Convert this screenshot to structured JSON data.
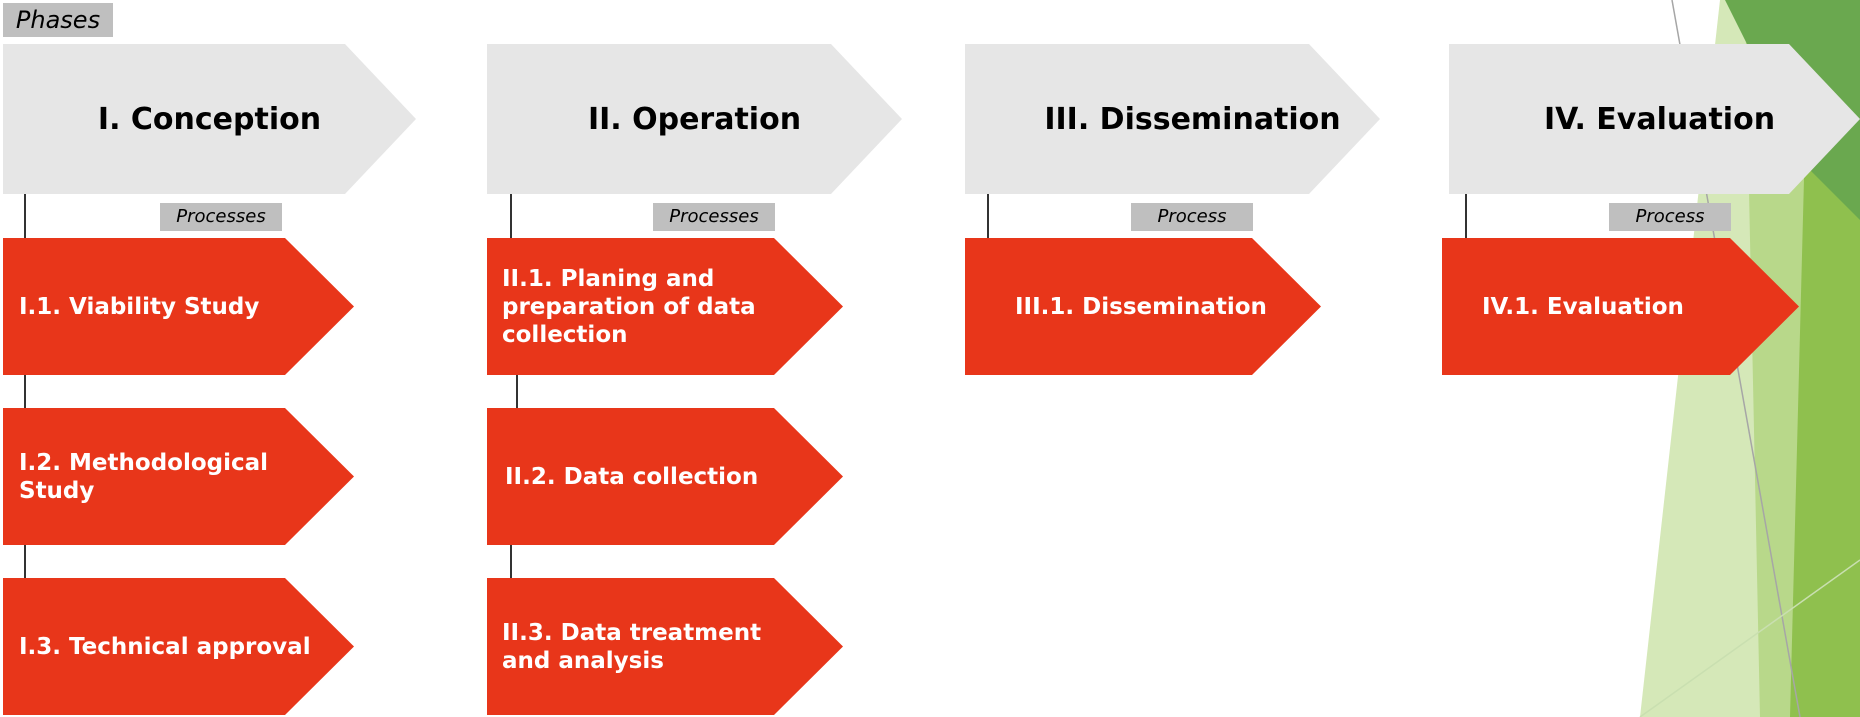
{
  "phases_label": "Phases",
  "colors": {
    "process": "#e8361a",
    "phase": "#e6e6e6",
    "tag": "#bfbfbf",
    "accent": "#6aa84f"
  },
  "phases": [
    {
      "title": "I. Conception",
      "process_tag": "Processes",
      "processes": [
        "I.1. Viability Study",
        "I.2. Methodological Study",
        "I.3. Technical approval"
      ]
    },
    {
      "title": "II. Operation",
      "process_tag": "Processes",
      "processes": [
        "II.1. Planing and preparation of data collection",
        "II.2. Data collection",
        "II.3. Data treatment and analysis"
      ]
    },
    {
      "title": "III. Dissemination",
      "process_tag": "Process",
      "processes": [
        "III.1. Dissemination"
      ]
    },
    {
      "title": "IV. Evaluation",
      "process_tag": "Process",
      "processes": [
        "IV.1. Evaluation"
      ]
    }
  ]
}
